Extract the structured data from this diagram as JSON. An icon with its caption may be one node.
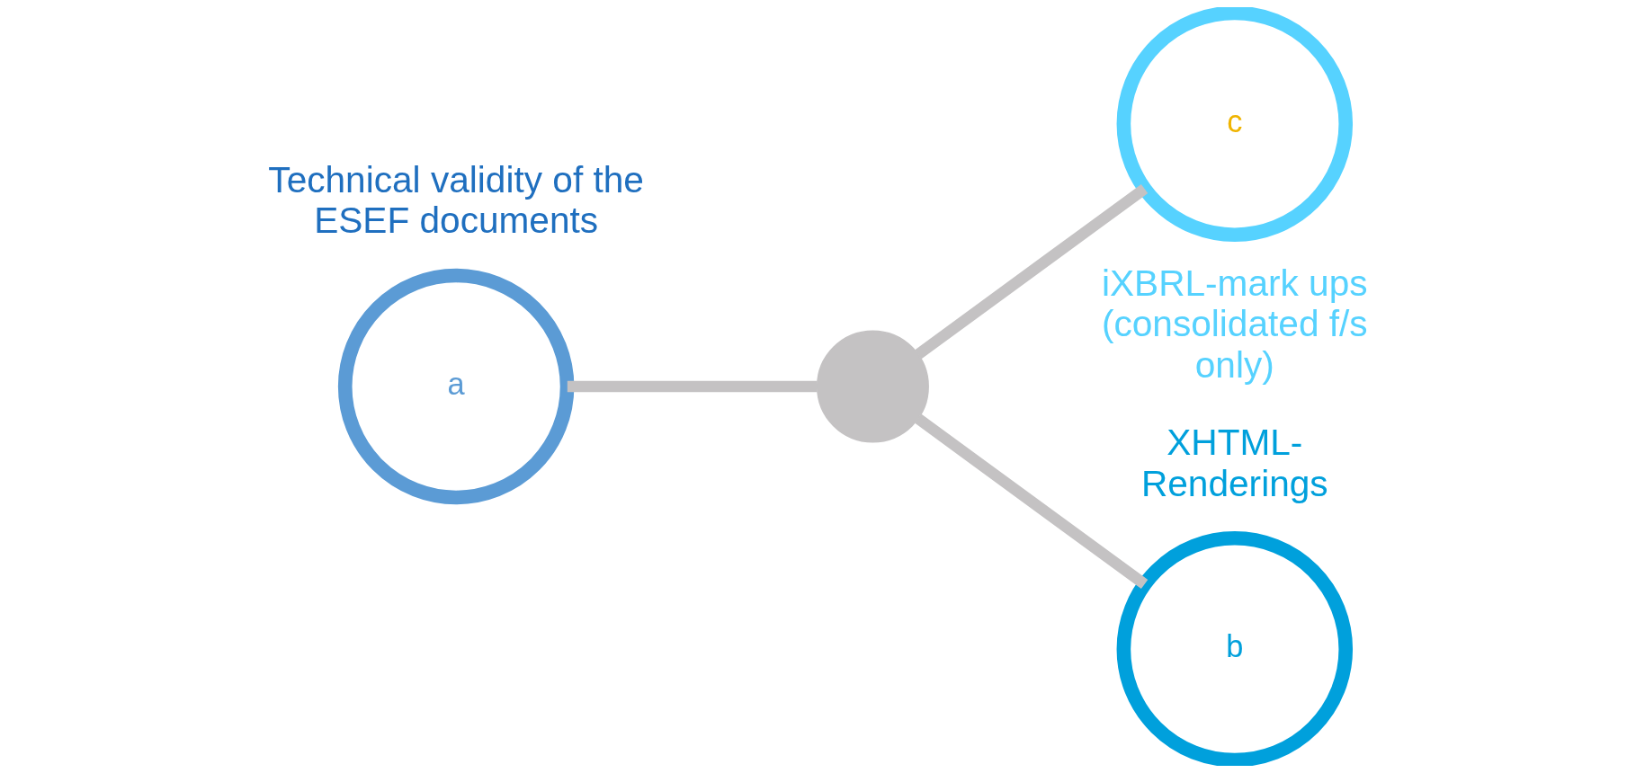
{
  "diagram": {
    "nodes": [
      {
        "text": [
          "a"
        ],
        "beside": [
          "Technical validity of the ESEF documents"
        ]
      },
      {
        "text": [],
        "shape": "circle"
      },
      {
        "text": [
          "b"
        ],
        "beside": [
          "XHTML- Renderings"
        ]
      },
      {
        "text": [
          "c"
        ],
        "beside": [
          "iXBRL-mark ups (consolidated f/s only)"
        ]
      }
    ],
    "edges": [
      {
        "from": 0,
        "to": 1,
        "arrow": "none"
      },
      {
        "from": 1,
        "to": 2,
        "arrow": "none"
      },
      {
        "from": 1,
        "to": 3,
        "arrow": "none"
      }
    ]
  }
}
